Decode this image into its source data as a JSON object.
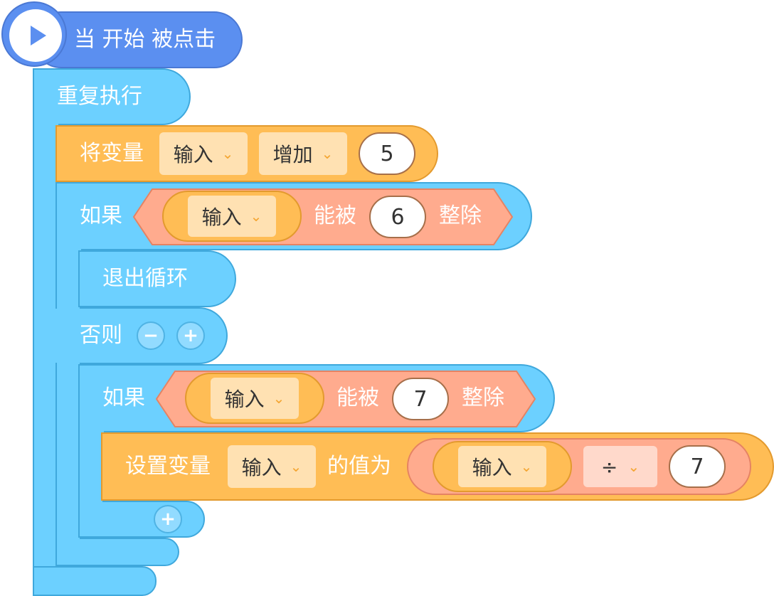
{
  "hat": {
    "label": "当 开始 被点击"
  },
  "forever": {
    "label": "重复执行"
  },
  "change_var": {
    "label": "将变量",
    "var": "输入",
    "op": "增加",
    "value": "5"
  },
  "if1": {
    "label": "如果",
    "var": "输入",
    "mid": "能被",
    "value": "6",
    "end": "整除"
  },
  "break": {
    "label": "退出循环"
  },
  "else": {
    "label": "否则",
    "minus": "−",
    "plus": "+"
  },
  "if2": {
    "label": "如果",
    "var": "输入",
    "mid": "能被",
    "value": "7",
    "end": "整除"
  },
  "set_var": {
    "label": "设置变量",
    "var": "输入",
    "mid": "的值为",
    "expr_var": "输入",
    "operator": "÷",
    "value": "7"
  },
  "add_button": "+",
  "chevron": "⌄",
  "colors": {
    "event": "#5b8ff0",
    "control": "#6cd0ff",
    "variable": "#ffbd55",
    "operator": "#ffab8e"
  }
}
